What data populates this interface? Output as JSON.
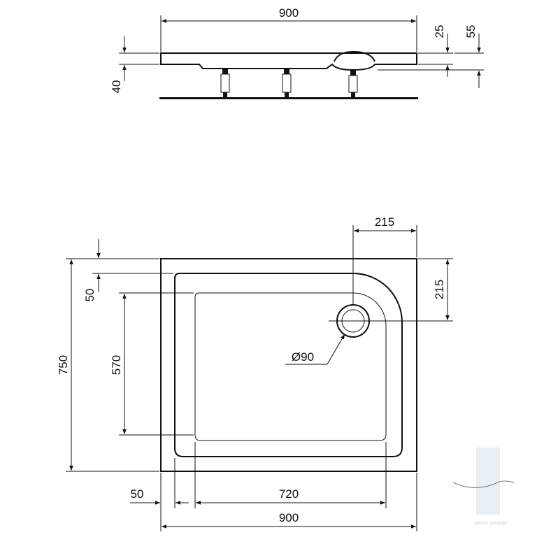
{
  "side_view": {
    "overall_width": "900",
    "rim_height": "25",
    "total_height": "55",
    "leg_height": "40"
  },
  "plan_view": {
    "drain_offset_x": "215",
    "drain_offset_y": "215",
    "drain_diameter": "Ø90",
    "edge_offset_top": "50",
    "inner_height": "570",
    "overall_height": "750",
    "edge_offset_left": "50",
    "inner_width": "720",
    "overall_width": "900"
  },
  "watermark": {
    "text": "vannu pasaule"
  }
}
